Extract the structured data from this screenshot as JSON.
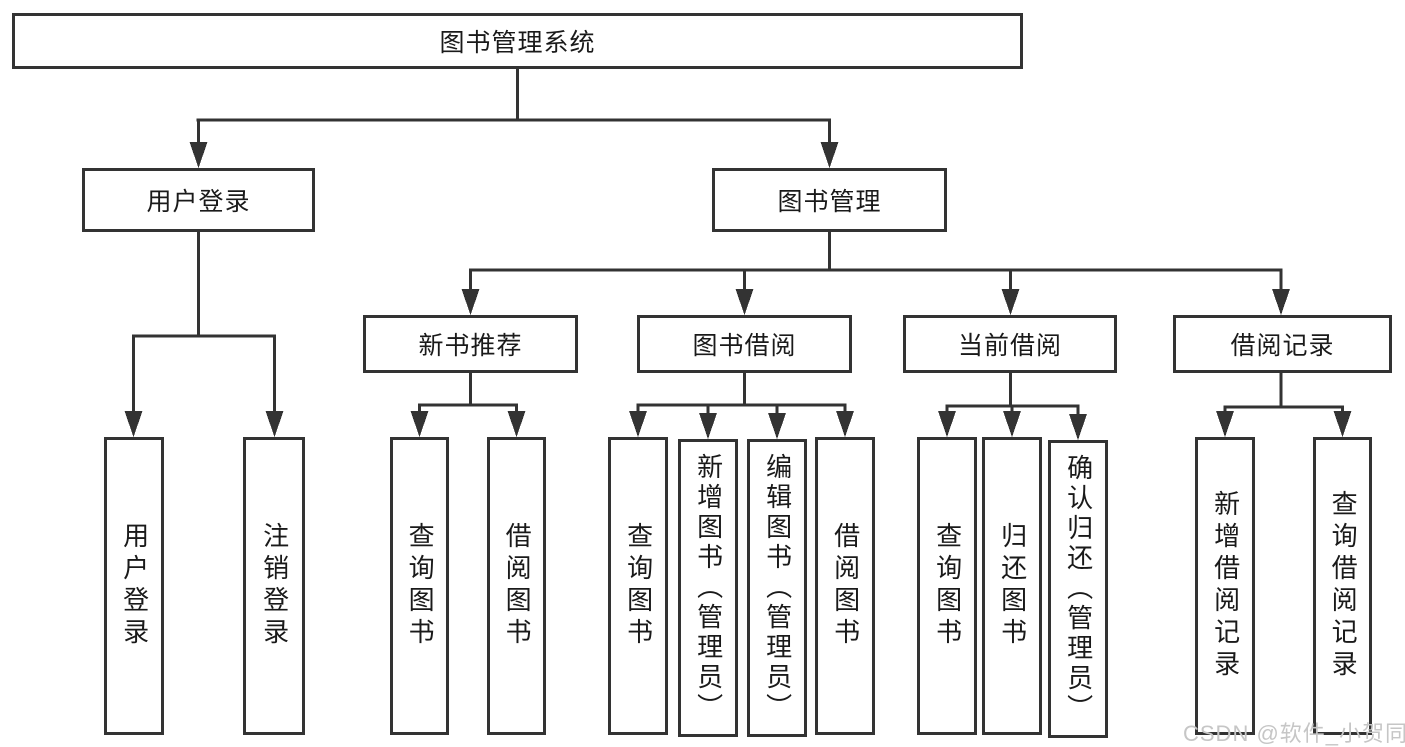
{
  "diagram_title": "图书管理系统",
  "watermark": "CSDN @软件_小贺同学",
  "colors": {
    "line": "#333333",
    "box_border": "#333333",
    "text": "#1a1a1a",
    "background": "#ffffff",
    "watermark": "#c6c6c6"
  },
  "tree": {
    "label": "图书管理系统",
    "children": [
      {
        "label": "用户登录",
        "children": [
          {
            "label": "用户登录"
          },
          {
            "label": "注销登录"
          }
        ]
      },
      {
        "label": "图书管理",
        "children": [
          {
            "label": "新书推荐",
            "children": [
              {
                "label": "查询图书"
              },
              {
                "label": "借阅图书"
              }
            ]
          },
          {
            "label": "图书借阅",
            "children": [
              {
                "label": "查询图书"
              },
              {
                "label": "新增图书（管理员）"
              },
              {
                "label": "编辑图书（管理员）"
              },
              {
                "label": "借阅图书"
              }
            ]
          },
          {
            "label": "当前借阅",
            "children": [
              {
                "label": "查询图书"
              },
              {
                "label": "归还图书"
              },
              {
                "label": "确认归还（管理员）"
              }
            ]
          },
          {
            "label": "借阅记录",
            "children": [
              {
                "label": "新增借阅记录"
              },
              {
                "label": "查询借阅记录"
              }
            ]
          }
        ]
      }
    ]
  }
}
